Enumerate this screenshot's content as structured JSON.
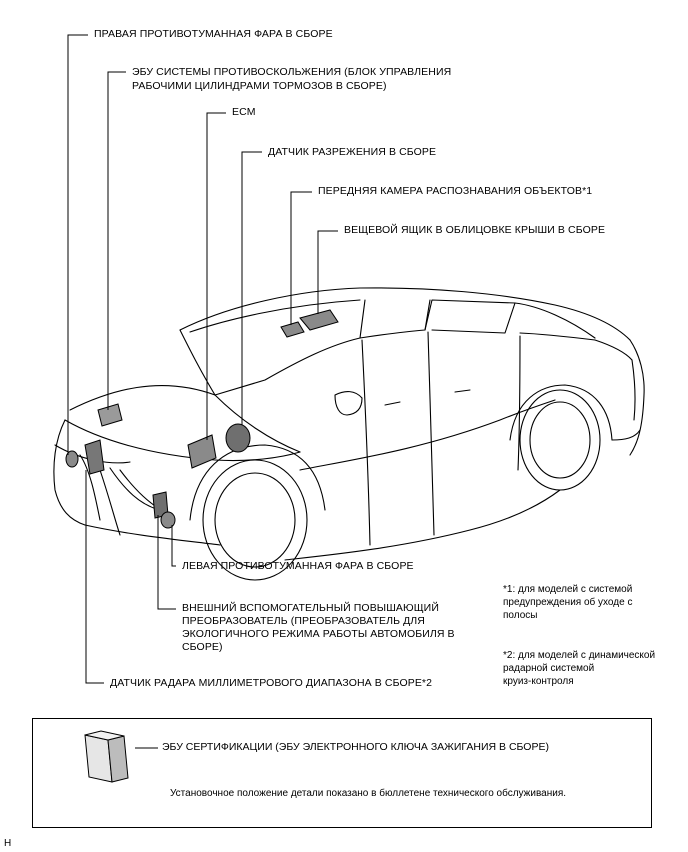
{
  "labels": {
    "right_fog": "ПРАВАЯ ПРОТИВОТУМАННАЯ ФАРА В СБОРЕ",
    "skid_ecu_l1": "ЭБУ СИСТЕМЫ ПРОТИВОСКОЛЬЖЕНИЯ (БЛОК УПРАВЛЕНИЯ",
    "skid_ecu_l2": "РАБОЧИМИ ЦИЛИНДРАМИ ТОРМОЗОВ В СБОРЕ)",
    "ecm": "ECM",
    "vacuum_sensor": "ДАТЧИК РАЗРЕЖЕНИЯ В СБОРЕ",
    "front_camera": "ПЕРЕДНЯЯ КАМЕРА РАСПОЗНАВАНИЯ ОБЪЕКТОВ*1",
    "roof_console": "ВЕЩЕВОЙ ЯЩИК В ОБЛИЦОВКЕ КРЫШИ В СБОРЕ",
    "left_fog": "ЛЕВАЯ ПРОТИВОТУМАННАЯ ФАРА В СБОРЕ",
    "converter_l1": "ВНЕШНИЙ ВСПОМОГАТЕЛЬНЫЙ ПОВЫШАЮЩИЙ",
    "converter_l2": "ПРЕОБРАЗОВАТЕЛЬ (ПРЕОБРАЗОВАТЕЛЬ ДЛЯ",
    "converter_l3": "ЭКОЛОГИЧНОГО РЕЖИМА РАБОТЫ АВТОМОБИЛЯ В",
    "converter_l4": "СБОРЕ)",
    "radar": "ДАТЧИК РАДАРА МИЛЛИМЕТРОВОГО ДИАПАЗОНА В СБОРЕ*2"
  },
  "notes": {
    "note1_l1": "*1: для моделей с системой",
    "note1_l2": "предупреждения об уходе с",
    "note1_l3": "полосы",
    "note2_l1": "*2: для моделей с динамической",
    "note2_l2": "радарной системой",
    "note2_l3": "круиз-контроля"
  },
  "legend": {
    "certification_ecu": "ЭБУ СЕРТИФИКАЦИИ (ЭБУ ЭЛЕКТРОННОГО КЛЮЧА ЗАЖИГАНИЯ В СБОРЕ)",
    "bulletin_note": "Установочное положение детали показано в бюллетене технического обслуживания."
  },
  "corner_mark": "H"
}
